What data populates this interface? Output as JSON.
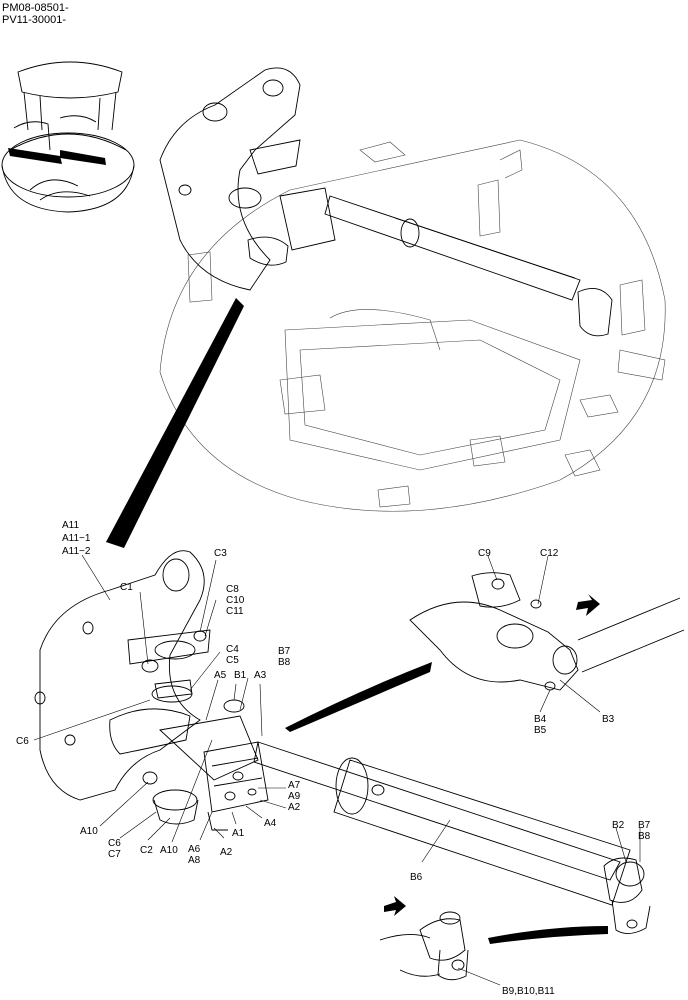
{
  "header": {
    "line1": "PM08-08501-",
    "line2": "PV11-30001-"
  },
  "callouts": {
    "a11": "A11",
    "a11_1": "A11−1",
    "a11_2": "A11−2",
    "c3": "C3",
    "c1": "C1",
    "c8": "C8",
    "c10": "C10",
    "c11": "C11",
    "c4": "C4",
    "c5": "C5",
    "b7_top": "B7",
    "b8_top": "B8",
    "a5": "A5",
    "b1": "B1",
    "a3": "A3",
    "c6_left": "C6",
    "a7": "A7",
    "a9": "A9",
    "a2_right": "A2",
    "a4": "A4",
    "a1": "A1",
    "a10_left": "A10",
    "c6_bottom": "C6",
    "c7": "C7",
    "c2": "C2",
    "a10_bottom": "A10",
    "a6": "A6",
    "a8": "A8",
    "a2_bottom": "A2",
    "b6": "B6",
    "c9": "C9",
    "c12": "C12",
    "b4": "B4",
    "b5": "B5",
    "b3": "B3",
    "b2": "B2",
    "b7_right": "B7",
    "b8_right": "B8",
    "b9_b10_b11": "B9,B10,B11"
  }
}
